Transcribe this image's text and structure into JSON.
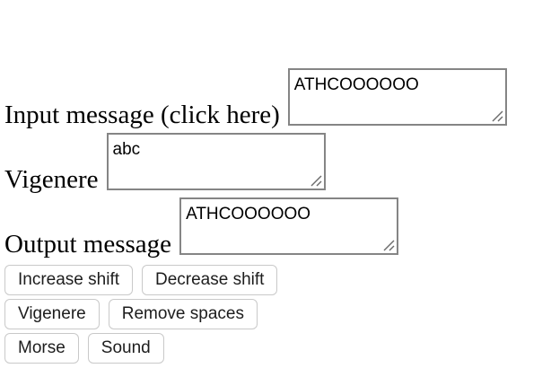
{
  "fields": {
    "input": {
      "label": "Input message (click here)",
      "value": "ATHCOOOOOO"
    },
    "vigenere": {
      "label": "Vigenere",
      "value": "abc"
    },
    "output": {
      "label": "Output message",
      "value": "ATHCOOOOOO"
    }
  },
  "buttons": {
    "increase_shift": "Increase shift",
    "decrease_shift": "Decrease shift",
    "vigenere": "Vigenere",
    "remove_spaces": "Remove spaces",
    "morse": "Morse",
    "sound": "Sound"
  },
  "colors": {
    "field_border": "#858585",
    "button_border": "#c9c9c9",
    "background": "#ffffff"
  }
}
